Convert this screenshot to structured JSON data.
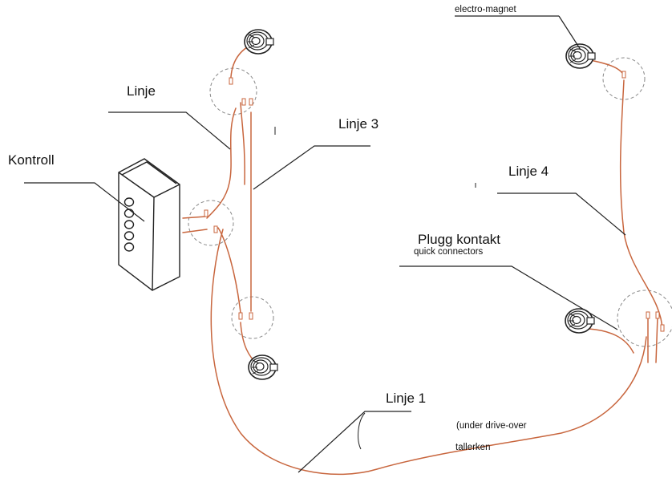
{
  "labels": {
    "linje": "Linje",
    "kontroll": "Kontroll",
    "linje3": "Linje 3",
    "electro_magnet": "electro-magnet",
    "linje4": "Linje 4",
    "plugg_kontakt": "Plugg kontakt",
    "quick_connectors": "quick connectors",
    "linje1": "Linje 1",
    "under_drive_over": "(under drive-over",
    "tallerken": "tallerken"
  },
  "colors": {
    "cable": "#c8663e",
    "line": "#222222",
    "dashed_circle": "#888888"
  },
  "icons": [
    "electro-magnet-icon",
    "control-box-icon"
  ]
}
